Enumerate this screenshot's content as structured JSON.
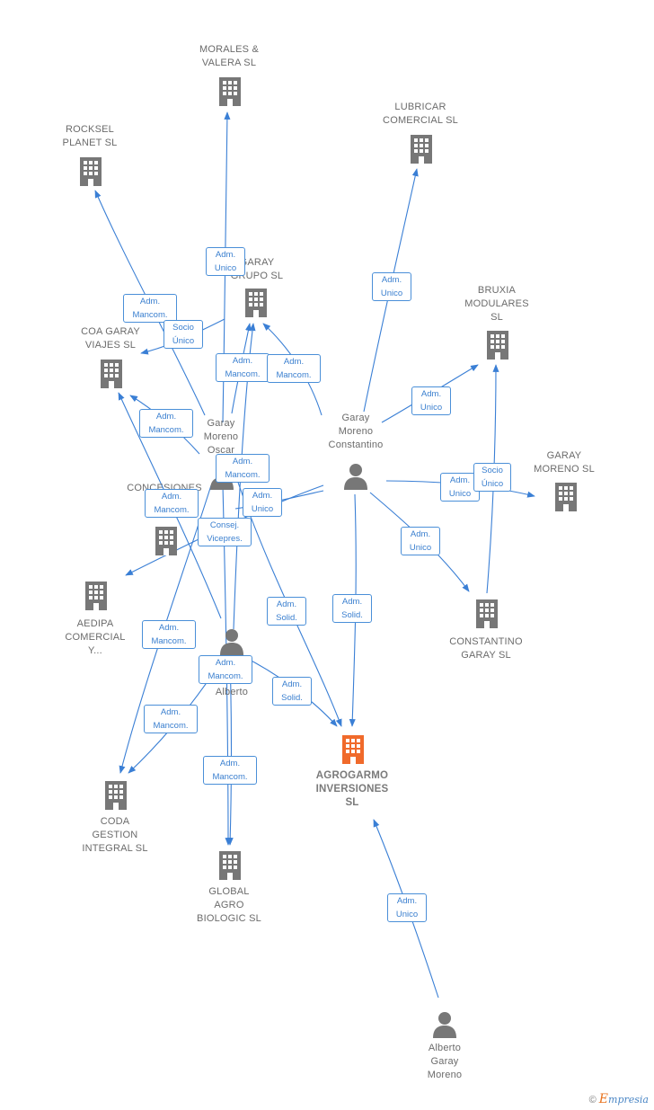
{
  "colors": {
    "edge": "#3a7fd5",
    "building": "#777777",
    "focus_building": "#f06a2b",
    "person": "#777777"
  },
  "companies": [
    {
      "id": "morales",
      "label": "MORALES &\nVALERA  SL",
      "icon": "building-icon"
    },
    {
      "id": "rocksel",
      "label": "ROCKSEL\nPLANET  SL",
      "icon": "building-icon"
    },
    {
      "id": "lubricar",
      "label": "LUBRICAR\nCOMERCIAL SL",
      "icon": "building-icon"
    },
    {
      "id": "garaygrupo",
      "label": "GARAY\nGRUPO  SL",
      "icon": "building-icon"
    },
    {
      "id": "bruxia",
      "label": "BRUXIA\nMODULARES\nSL",
      "icon": "building-icon"
    },
    {
      "id": "coagaray",
      "label": "COA GARAY\nVIAJES  SL",
      "icon": "building-icon"
    },
    {
      "id": "garaymoreno",
      "label": "GARAY\nMORENO SL",
      "icon": "building-icon"
    },
    {
      "id": "concesiones",
      "label": "CONCESIONES\n\nLL...",
      "icon": "building-icon"
    },
    {
      "id": "aedipa",
      "label": "AEDIPA\nCOMERCIAL\nY...",
      "icon": "building-icon"
    },
    {
      "id": "constantino",
      "label": "CONSTANTINO\nGARAY SL",
      "icon": "building-icon"
    },
    {
      "id": "agrogarmo",
      "label": "AGROGARMO\nINVERSIONES\nSL",
      "icon": "building-icon",
      "focus": true
    },
    {
      "id": "coda",
      "label": "CODA\nGESTION\nINTEGRAL  SL",
      "icon": "building-icon"
    },
    {
      "id": "global",
      "label": "GLOBAL\nAGRO\nBIOLOGIC  SL",
      "icon": "building-icon"
    }
  ],
  "persons": [
    {
      "id": "oscar",
      "label": "Garay\nMoreno\nOscar",
      "icon": "person-icon"
    },
    {
      "id": "constantino_p",
      "label": "Garay\nMoreno\nConstantino",
      "icon": "person-icon"
    },
    {
      "id": "alberto_mid",
      "label": "Alberto",
      "icon": "person-icon"
    },
    {
      "id": "alberto_gm",
      "label": "Alberto\nGaray\nMoreno",
      "icon": "person-icon"
    }
  ],
  "edge_labels": [
    "Adm.\nUnico",
    "Adm.\nMancom.",
    "Socio\nÚnico",
    "Adm.\nUnico",
    "Adm.\nMancom.",
    "Adm.\nMancom.",
    "Adm.\nUnico",
    "Adm.\nMancom.",
    "Adm.\nMancom.",
    "Adm.\nUnico",
    "Socio\nÚnico",
    "Adm.\nMancom.",
    "Adm.\nUnico",
    "Consej.\nVicepres.",
    "Adm.\nUnico",
    "Adm.\nSolid.",
    "Adm.\nSolid.",
    "Adm.\nMancom.",
    "Adm.\nMancom.",
    "Adm.\nSolid.",
    "Adm.\nMancom.",
    "Adm.\nMancom.",
    "Adm.\nUnico"
  ],
  "brand": {
    "copyright": "©",
    "name_initial": "E",
    "name_rest": "mpresia"
  }
}
